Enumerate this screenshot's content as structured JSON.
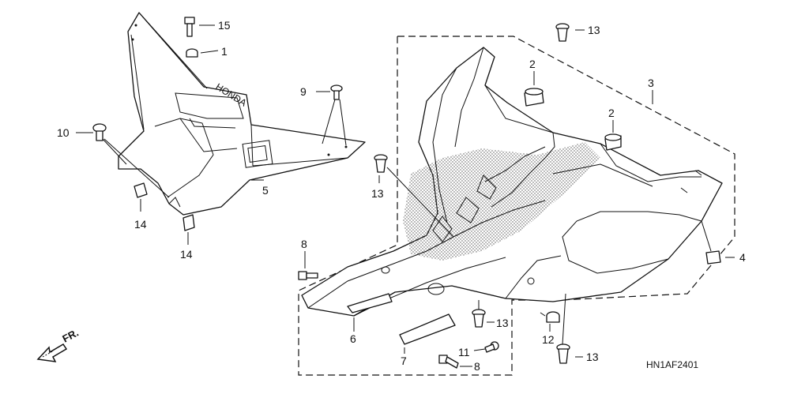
{
  "diagram": {
    "code": "HN1AF2401",
    "direction_label": "FR.",
    "callouts": {
      "c1": "1",
      "c2a": "2",
      "c2b": "2",
      "c3": "3",
      "c4": "4",
      "c5": "5",
      "c6": "6",
      "c7": "7",
      "c8a": "8",
      "c8b": "8",
      "c9": "9",
      "c10": "10",
      "c11": "11",
      "c12": "12",
      "c13a": "13",
      "c13b": "13",
      "c13c": "13",
      "c13d": "13",
      "c14a": "14",
      "c14b": "14",
      "c15": "15"
    }
  }
}
